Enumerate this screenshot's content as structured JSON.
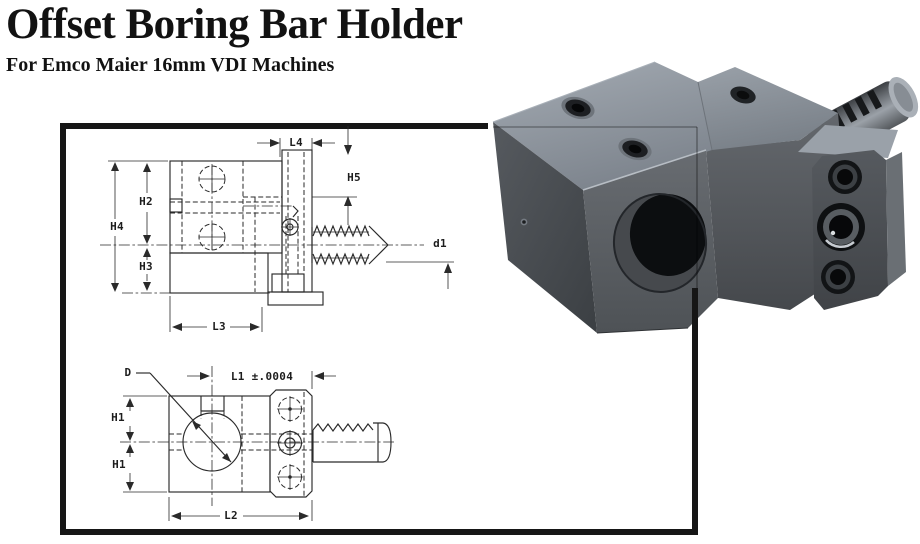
{
  "header": {
    "title": "Offset Boring Bar Holder",
    "subtitle": "For Emco Maier 16mm VDI Machines"
  },
  "drawing": {
    "frame_color": "#161616",
    "line_color": "#2a2a2a",
    "top_view_labels": {
      "h4": "H4",
      "h2": "H2",
      "h3": "H3",
      "l3": "L3",
      "l4": "L4",
      "h5": "H5",
      "d1": "d1"
    },
    "bottom_view_labels": {
      "d": "D",
      "l1": "L1 ±.0004",
      "h1_top": "H1",
      "h1_bottom": "H1",
      "l2": "L2"
    }
  },
  "photo": {
    "object": "offset-boring-bar-holder-product-photo",
    "steel_colors": {
      "top_face": "#98a0a8",
      "front_face": "#5d6166",
      "left_face": "#45494e",
      "flange_face": "#4b4f54",
      "bore": "#0f1113",
      "highlight": "#c6cbd1"
    }
  }
}
